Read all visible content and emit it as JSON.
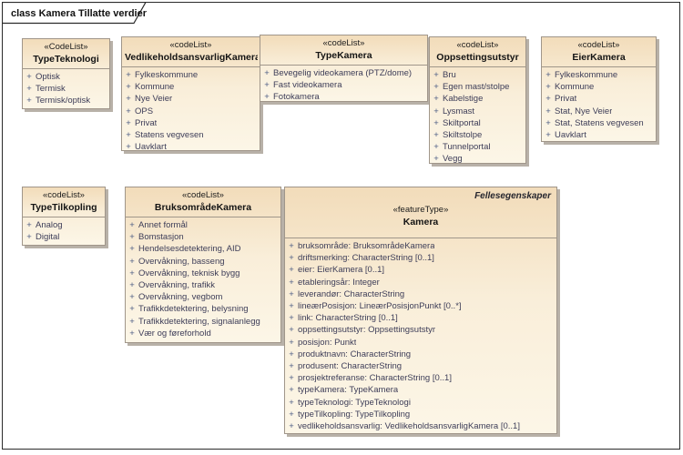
{
  "diagram": {
    "frame_title": "class Kamera Tillatte verdier",
    "visibility_symbol": "+",
    "colors": {
      "box_fill_top": "#f2dcba",
      "box_fill_bottom": "#fcf6e7",
      "box_border": "#a0968a",
      "box_shadow": "#b8b1a8",
      "attribute_text": "#3d3d58",
      "visibility_plus": "#4c5c84",
      "frame_border": "#2b2b2b"
    }
  },
  "boxes": [
    {
      "stereotype": "«CodeList»",
      "name": "TypeTeknologi",
      "attributes": [
        "Optisk",
        "Termisk",
        "Termisk/optisk"
      ]
    },
    {
      "stereotype": "«codeList»",
      "name": "VedlikeholdsansvarligKamera",
      "attributes": [
        "Fylkeskommune",
        "Kommune",
        "Nye Veier",
        "OPS",
        "Privat",
        "Statens vegvesen",
        "Uavklart"
      ]
    },
    {
      "stereotype": "«codeList»",
      "name": "TypeKamera",
      "attributes": [
        "Bevegelig videokamera (PTZ/dome)",
        "Fast videokamera",
        "Fotokamera"
      ]
    },
    {
      "stereotype": "«codeList»",
      "name": "Oppsettingsutstyr",
      "attributes": [
        "Bru",
        "Egen mast/stolpe",
        "Kabelstige",
        "Lysmast",
        "Skiltportal",
        "Skiltstolpe",
        "Tunnelportal",
        "Vegg"
      ]
    },
    {
      "stereotype": "«codeList»",
      "name": "EierKamera",
      "attributes": [
        "Fylkeskommune",
        "Kommune",
        "Privat",
        "Stat, Nye Veier",
        "Stat, Statens vegvesen",
        "Uavklart"
      ]
    },
    {
      "stereotype": "«codeList»",
      "name": "TypeTilkopling",
      "attributes": [
        "Analog",
        "Digital"
      ]
    },
    {
      "stereotype": "«codeList»",
      "name": "BruksområdeKamera",
      "attributes": [
        "Annet formål",
        "Bomstasjon",
        "Hendelsesdetektering, AID",
        "Overvåkning, basseng",
        "Overvåkning, teknisk bygg",
        "Overvåkning, trafikk",
        "Overvåkning, vegbom",
        "Trafikkdetektering, belysning",
        "Trafikkdetektering, signalanlegg",
        "Vær og føreforhold"
      ]
    },
    {
      "stereotype": "«featureType»",
      "name": "Kamera",
      "annotation": "Fellesegenskaper",
      "attributes": [
        "bruksområde: BruksområdeKamera",
        "driftsmerking: CharacterString [0..1]",
        "eier: EierKamera [0..1]",
        "etableringsår: Integer",
        "leverandør: CharacterString",
        "lineærPosisjon: LineærPosisjonPunkt [0..*]",
        "link: CharacterString [0..1]",
        "oppsettingsutstyr: Oppsettingsutstyr",
        "posisjon: Punkt",
        "produktnavn: CharacterString",
        "produsent: CharacterString",
        "prosjektreferanse: CharacterString [0..1]",
        "typeKamera: TypeKamera",
        "typeTeknologi: TypeTeknologi",
        "typeTilkopling: TypeTilkopling",
        "vedlikeholdsansvarlig: VedlikeholdsansvarligKamera [0..1]"
      ]
    }
  ]
}
